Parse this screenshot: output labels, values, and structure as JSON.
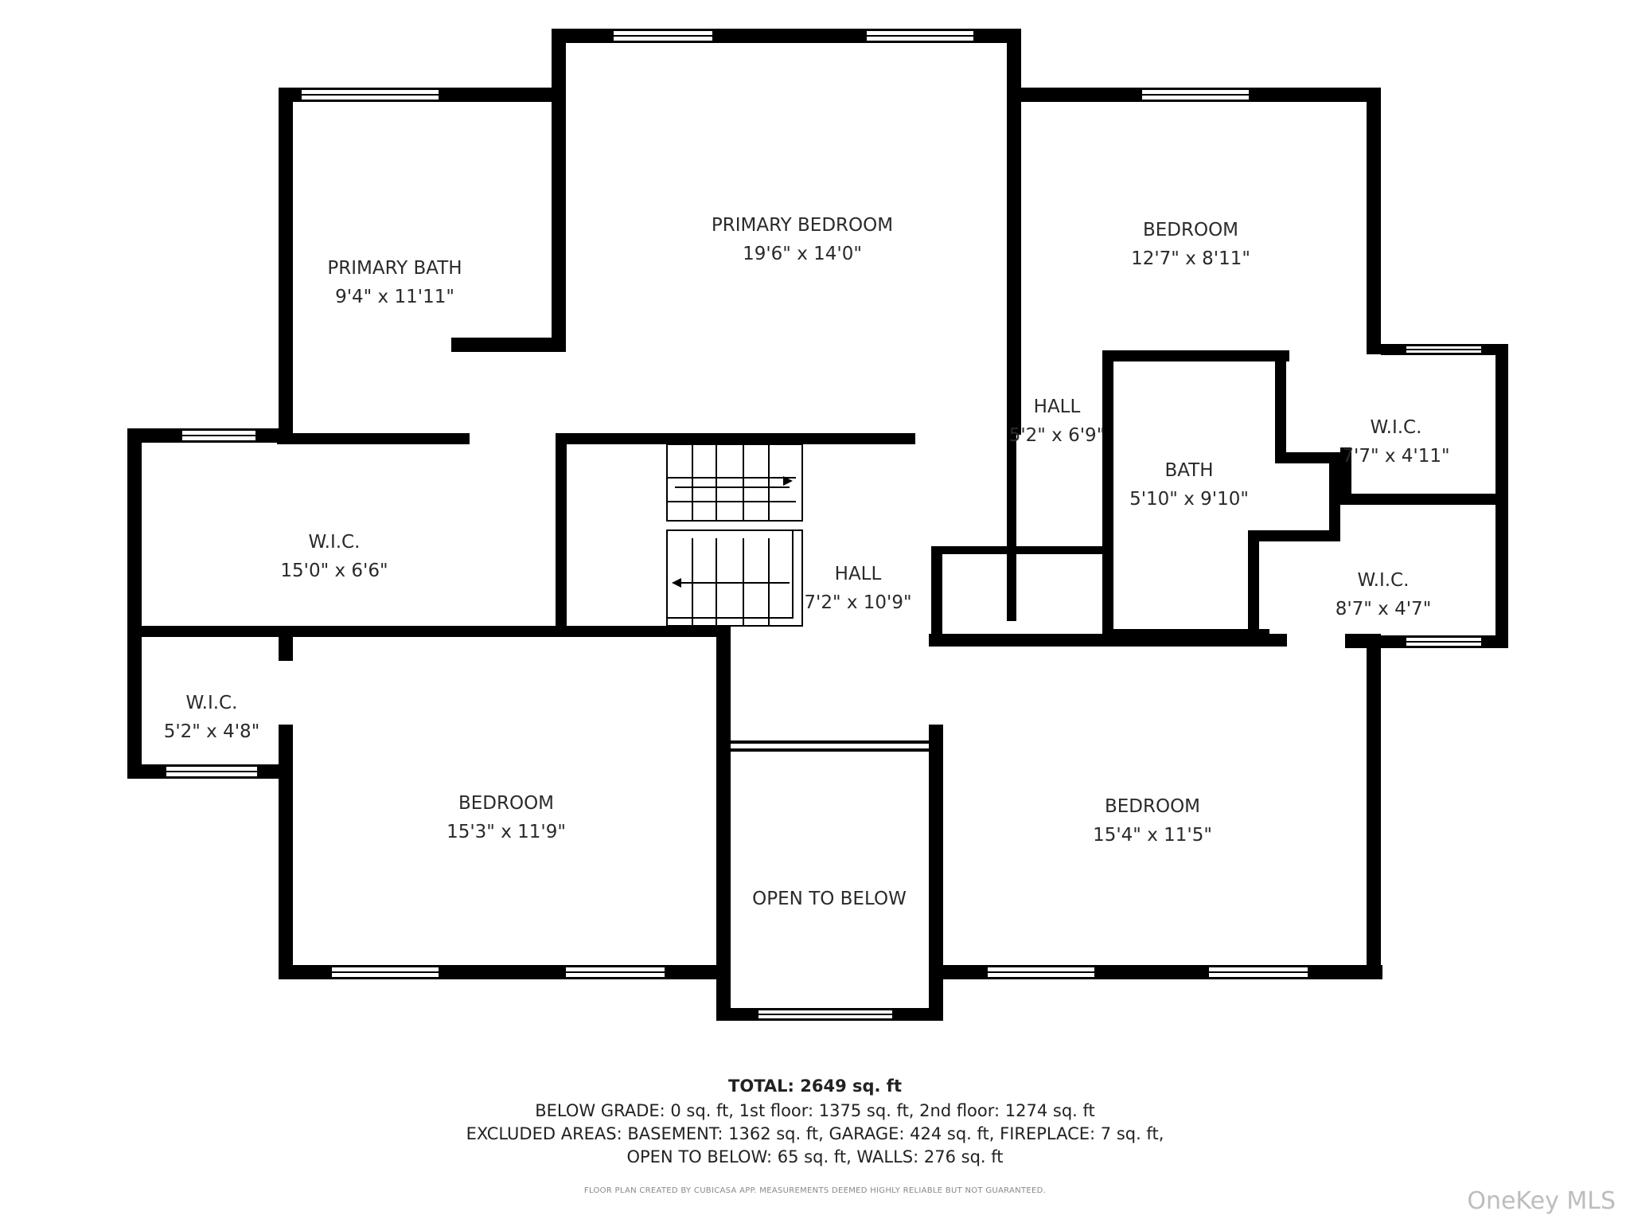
{
  "rooms": [
    {
      "id": "primary-bedroom",
      "name": "PRIMARY BEDROOM",
      "size": "19'6\" x 14'0\""
    },
    {
      "id": "primary-bath",
      "name": "PRIMARY BATH",
      "size": "9'4\" x 11'11\""
    },
    {
      "id": "bedroom-ne",
      "name": "BEDROOM",
      "size": "12'7\" x 8'11\""
    },
    {
      "id": "hall-upper",
      "name": "HALL",
      "size": "5'2\" x 6'9\""
    },
    {
      "id": "bath",
      "name": "BATH",
      "size": "5'10\" x 9'10\""
    },
    {
      "id": "wic-ne",
      "name": "W.I.C.",
      "size": "7'7\" x 4'11\""
    },
    {
      "id": "wic-west",
      "name": "W.I.C.",
      "size": "15'0\" x 6'6\""
    },
    {
      "id": "hall-center",
      "name": "HALL",
      "size": "7'2\" x 10'9\""
    },
    {
      "id": "wic-e",
      "name": "W.I.C.",
      "size": "8'7\" x 4'7\""
    },
    {
      "id": "wic-sw",
      "name": "W.I.C.",
      "size": "5'2\" x 4'8\""
    },
    {
      "id": "bedroom-sw",
      "name": "BEDROOM",
      "size": "15'3\" x 11'9\""
    },
    {
      "id": "open-below",
      "name": "OPEN TO BELOW",
      "size": ""
    },
    {
      "id": "bedroom-se",
      "name": "BEDROOM",
      "size": "15'4\" x 11'5\""
    }
  ],
  "footer": {
    "total": "TOTAL: 2649 sq. ft",
    "line2": "BELOW GRADE: 0 sq. ft, 1st floor: 1375 sq. ft, 2nd floor: 1274 sq. ft",
    "line3": "EXCLUDED AREAS: BASEMENT: 1362 sq. ft, GARAGE: 424 sq. ft, FIREPLACE: 7 sq. ft,",
    "line4": "OPEN TO BELOW: 65 sq. ft, WALLS: 276 sq. ft",
    "credit": "FLOOR PLAN CREATED BY CUBICASA APP. MEASUREMENTS DEEMED HIGHLY RELIABLE BUT NOT GUARANTEED."
  },
  "brand": "OneKey MLS",
  "colors": {
    "wall": "#000000",
    "window": "#ffffff",
    "text": "#2a2a2a"
  }
}
